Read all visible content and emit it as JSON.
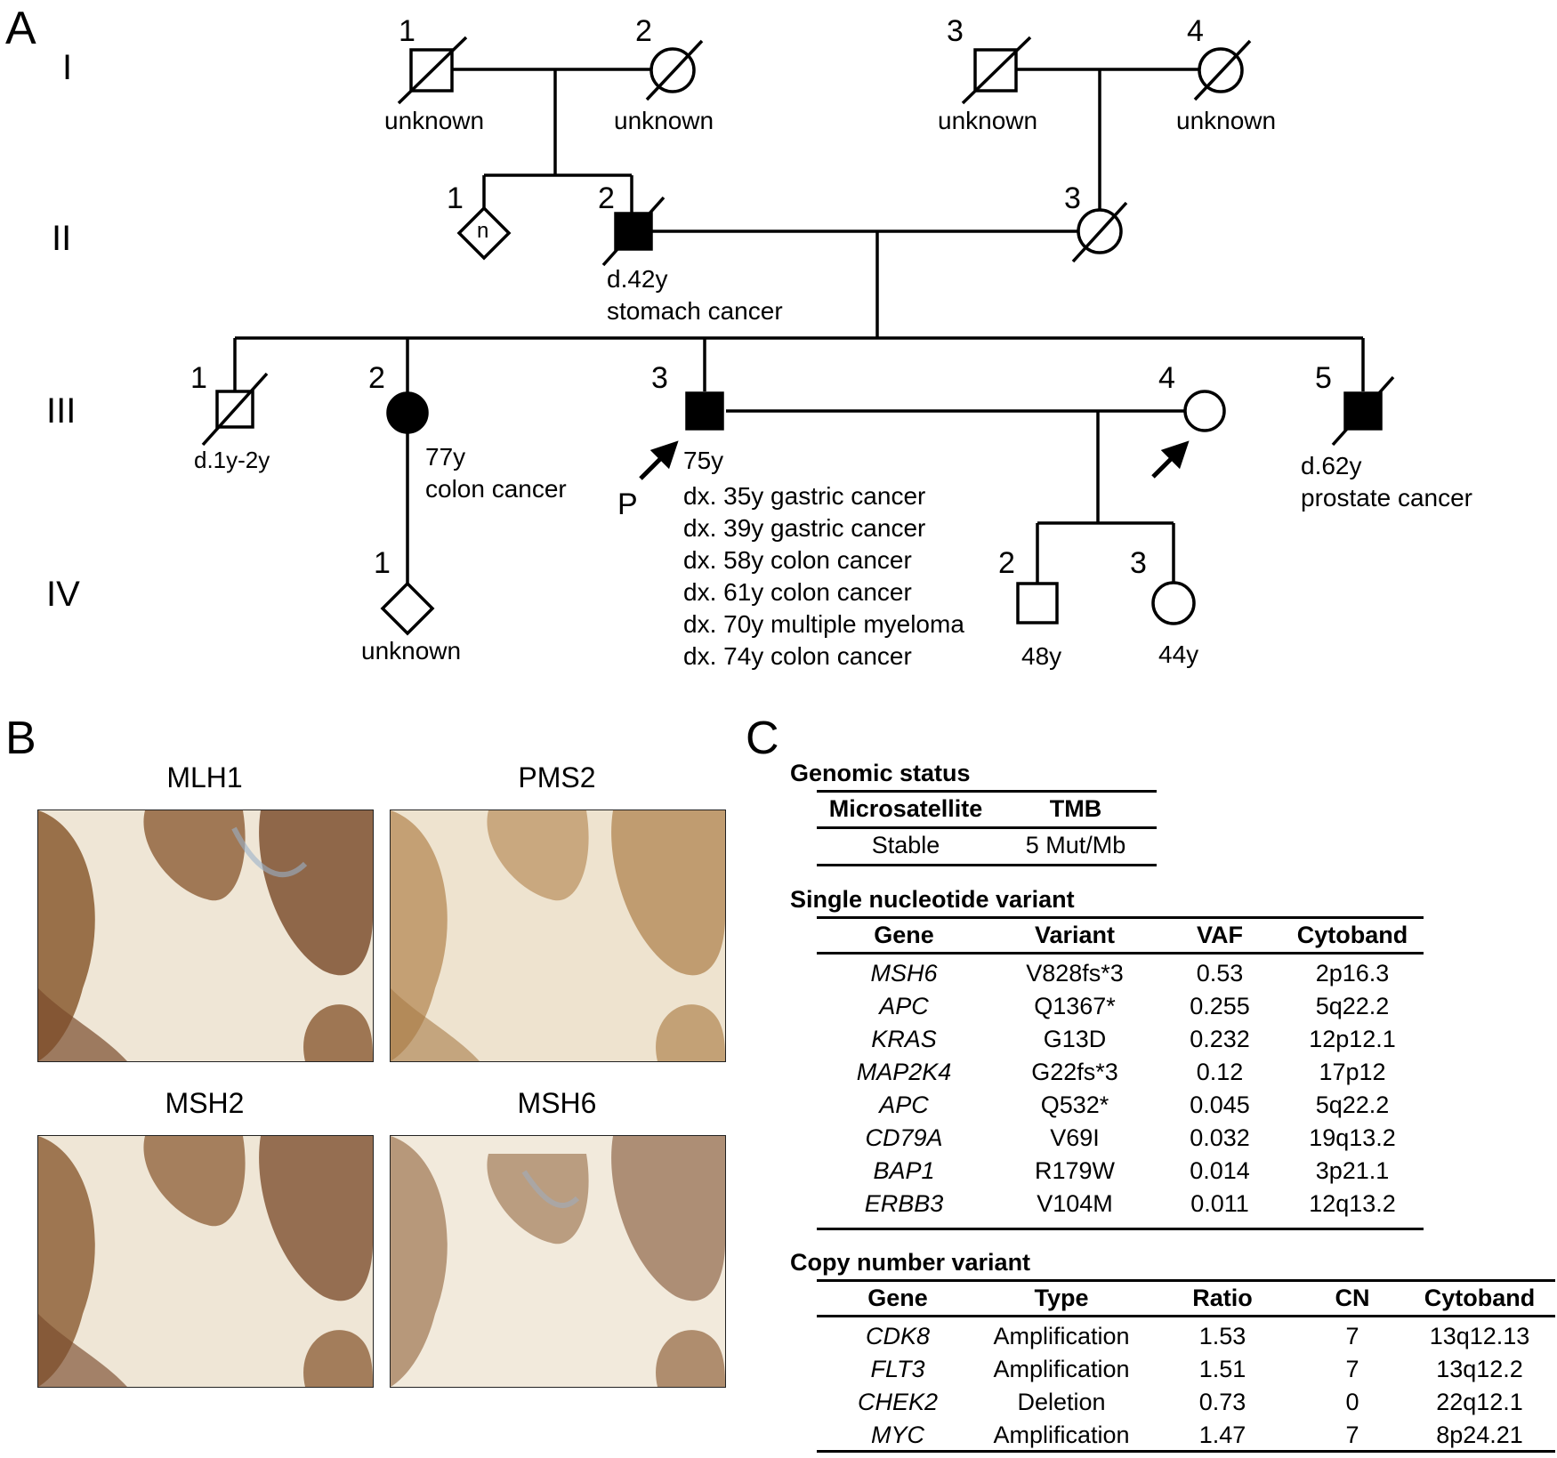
{
  "panels": {
    "a": "A",
    "b": "B",
    "c": "C"
  },
  "generations": [
    "I",
    "II",
    "III",
    "IV"
  ],
  "pedigree": {
    "individual_numbers": [
      "1",
      "2",
      "3",
      "4",
      "1",
      "2",
      "3",
      "1",
      "2",
      "3",
      "4",
      "5",
      "1",
      "2",
      "3"
    ],
    "n_marker": "n",
    "proband_marker": "P",
    "labels": {
      "I1": "unknown",
      "I2": "unknown",
      "I3": "unknown",
      "I4": "unknown",
      "II2_a": "d.42y",
      "II2_b": "stomach cancer",
      "III1": "d.1y-2y",
      "III2_a": "77y",
      "III2_b": "colon cancer",
      "III3": [
        "75y",
        "dx. 35y gastric cancer",
        "dx. 39y gastric cancer",
        "dx. 58y colon cancer",
        "dx. 61y colon cancer",
        "dx. 70y multiple myeloma",
        "dx. 74y colon cancer"
      ],
      "III5_a": "d.62y",
      "III5_b": "prostate cancer",
      "IV1": "unknown",
      "IV2": "48y",
      "IV3": "44y"
    }
  },
  "ihc": {
    "titles": [
      "MLH1",
      "PMS2",
      "MSH2",
      "MSH6"
    ]
  },
  "genomic_status": {
    "title": "Genomic status",
    "headers": [
      "Microsatellite",
      "TMB"
    ],
    "row": [
      "Stable",
      "5 Mut/Mb"
    ]
  },
  "snv": {
    "title": "Single nucleotide variant",
    "headers": [
      "Gene",
      "Variant",
      "VAF",
      "Cytoband"
    ],
    "rows": [
      [
        "MSH6",
        "V828fs*3",
        "0.53",
        "2p16.3"
      ],
      [
        "APC",
        "Q1367*",
        "0.255",
        "5q22.2"
      ],
      [
        "KRAS",
        "G13D",
        "0.232",
        "12p12.1"
      ],
      [
        "MAP2K4",
        "G22fs*3",
        "0.12",
        "17p12"
      ],
      [
        "APC",
        "Q532*",
        "0.045",
        "5q22.2"
      ],
      [
        "CD79A",
        "V69I",
        "0.032",
        "19q13.2"
      ],
      [
        "BAP1",
        "R179W",
        "0.014",
        "3p21.1"
      ],
      [
        "ERBB3",
        "V104M",
        "0.011",
        "12q13.2"
      ]
    ]
  },
  "cnv": {
    "title": "Copy number variant",
    "headers": [
      "Gene",
      "Type",
      "Ratio",
      "CN",
      "Cytoband"
    ],
    "rows": [
      [
        "CDK8",
        "Amplification",
        "1.53",
        "7",
        "13q12.13"
      ],
      [
        "FLT3",
        "Amplification",
        "1.51",
        "7",
        "13q12.2"
      ],
      [
        "CHEK2",
        "Deletion",
        "0.73",
        "0",
        "22q12.1"
      ],
      [
        "MYC",
        "Amplification",
        "1.47",
        "7",
        "8p24.21"
      ]
    ]
  }
}
